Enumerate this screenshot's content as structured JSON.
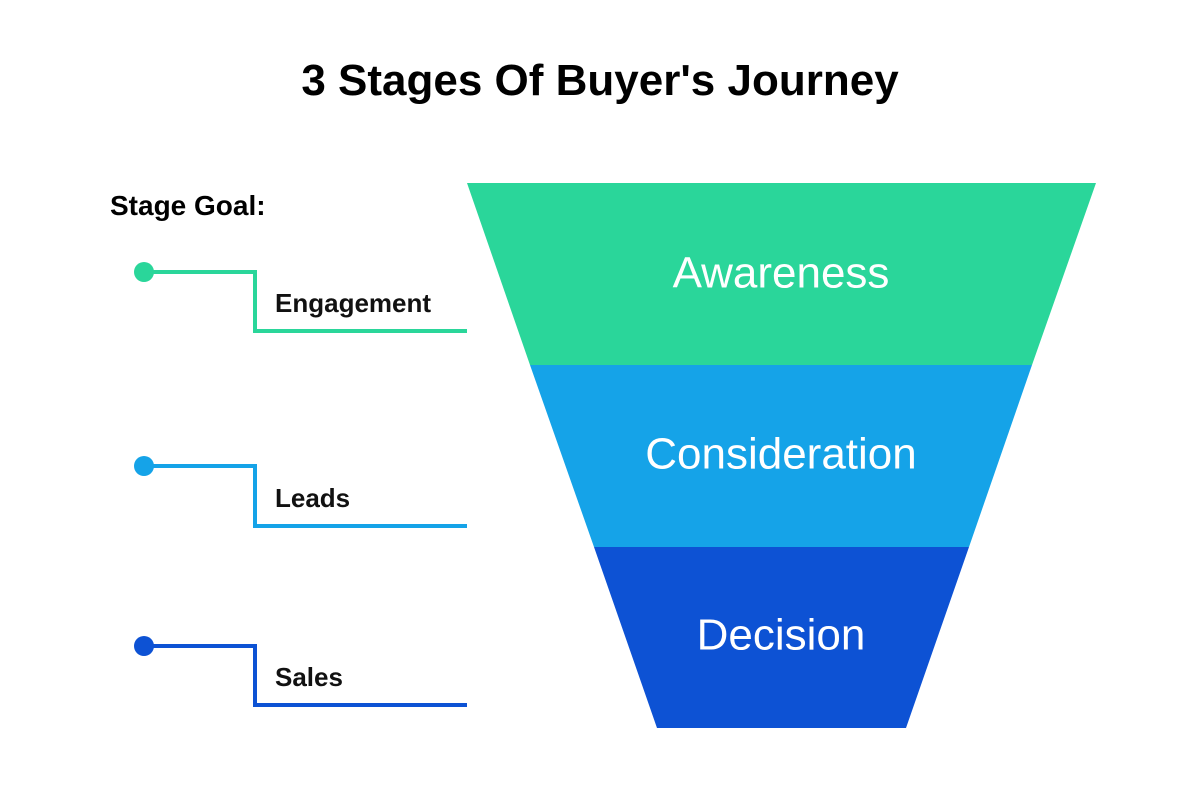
{
  "title": "3 Stages Of Buyer's Journey",
  "goal_heading": "Stage Goal:",
  "stages": [
    {
      "name": "Awareness",
      "goal": "Engagement",
      "color": "#2ad69a"
    },
    {
      "name": "Consideration",
      "goal": "Leads",
      "color": "#15a3e8"
    },
    {
      "name": "Decision",
      "goal": "Sales",
      "color": "#0d52d4"
    }
  ]
}
